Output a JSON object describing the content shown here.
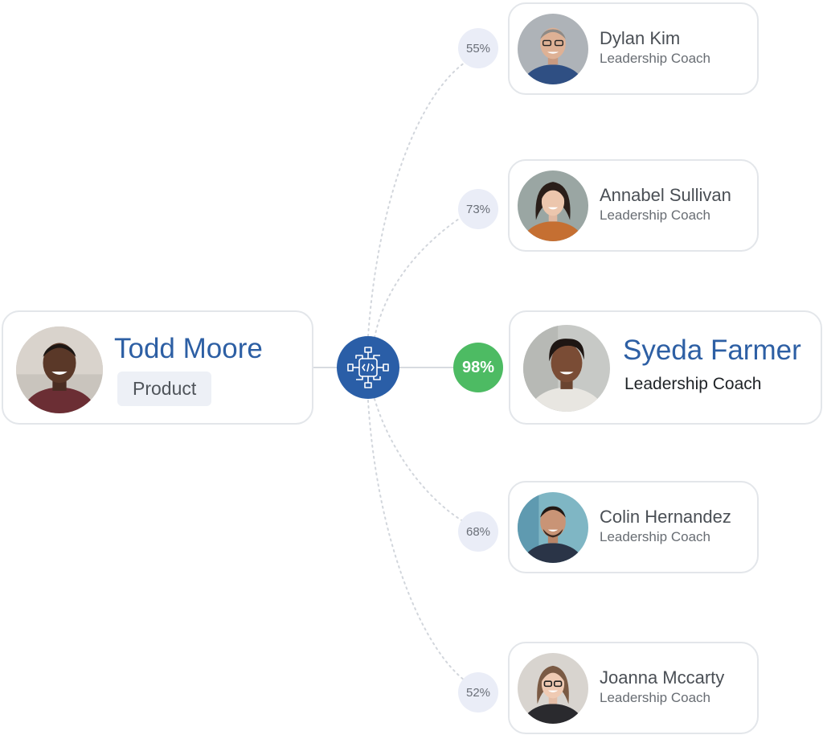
{
  "source": {
    "name": "Todd Moore",
    "department": "Product"
  },
  "best_match": {
    "name": "Syeda Farmer",
    "role": "Leadership Coach",
    "score": "98%"
  },
  "matches": [
    {
      "name": "Dylan Kim",
      "role": "Leadership Coach",
      "score": "55%"
    },
    {
      "name": "Annabel Sullivan",
      "role": "Leadership Coach",
      "score": "73%"
    },
    {
      "name": "Colin Hernandez",
      "role": "Leadership Coach",
      "score": "68%"
    },
    {
      "name": "Joanna Mccarty",
      "role": "Leadership Coach",
      "score": "52%"
    }
  ],
  "colors": {
    "accent_blue": "#2a5ea7",
    "name_blue": "#2d5fa4",
    "match_green": "#4dbb63",
    "score_bubble": "#eaedf7",
    "card_border": "#e3e6ea"
  },
  "icons": {
    "hub": "network-code-icon"
  }
}
